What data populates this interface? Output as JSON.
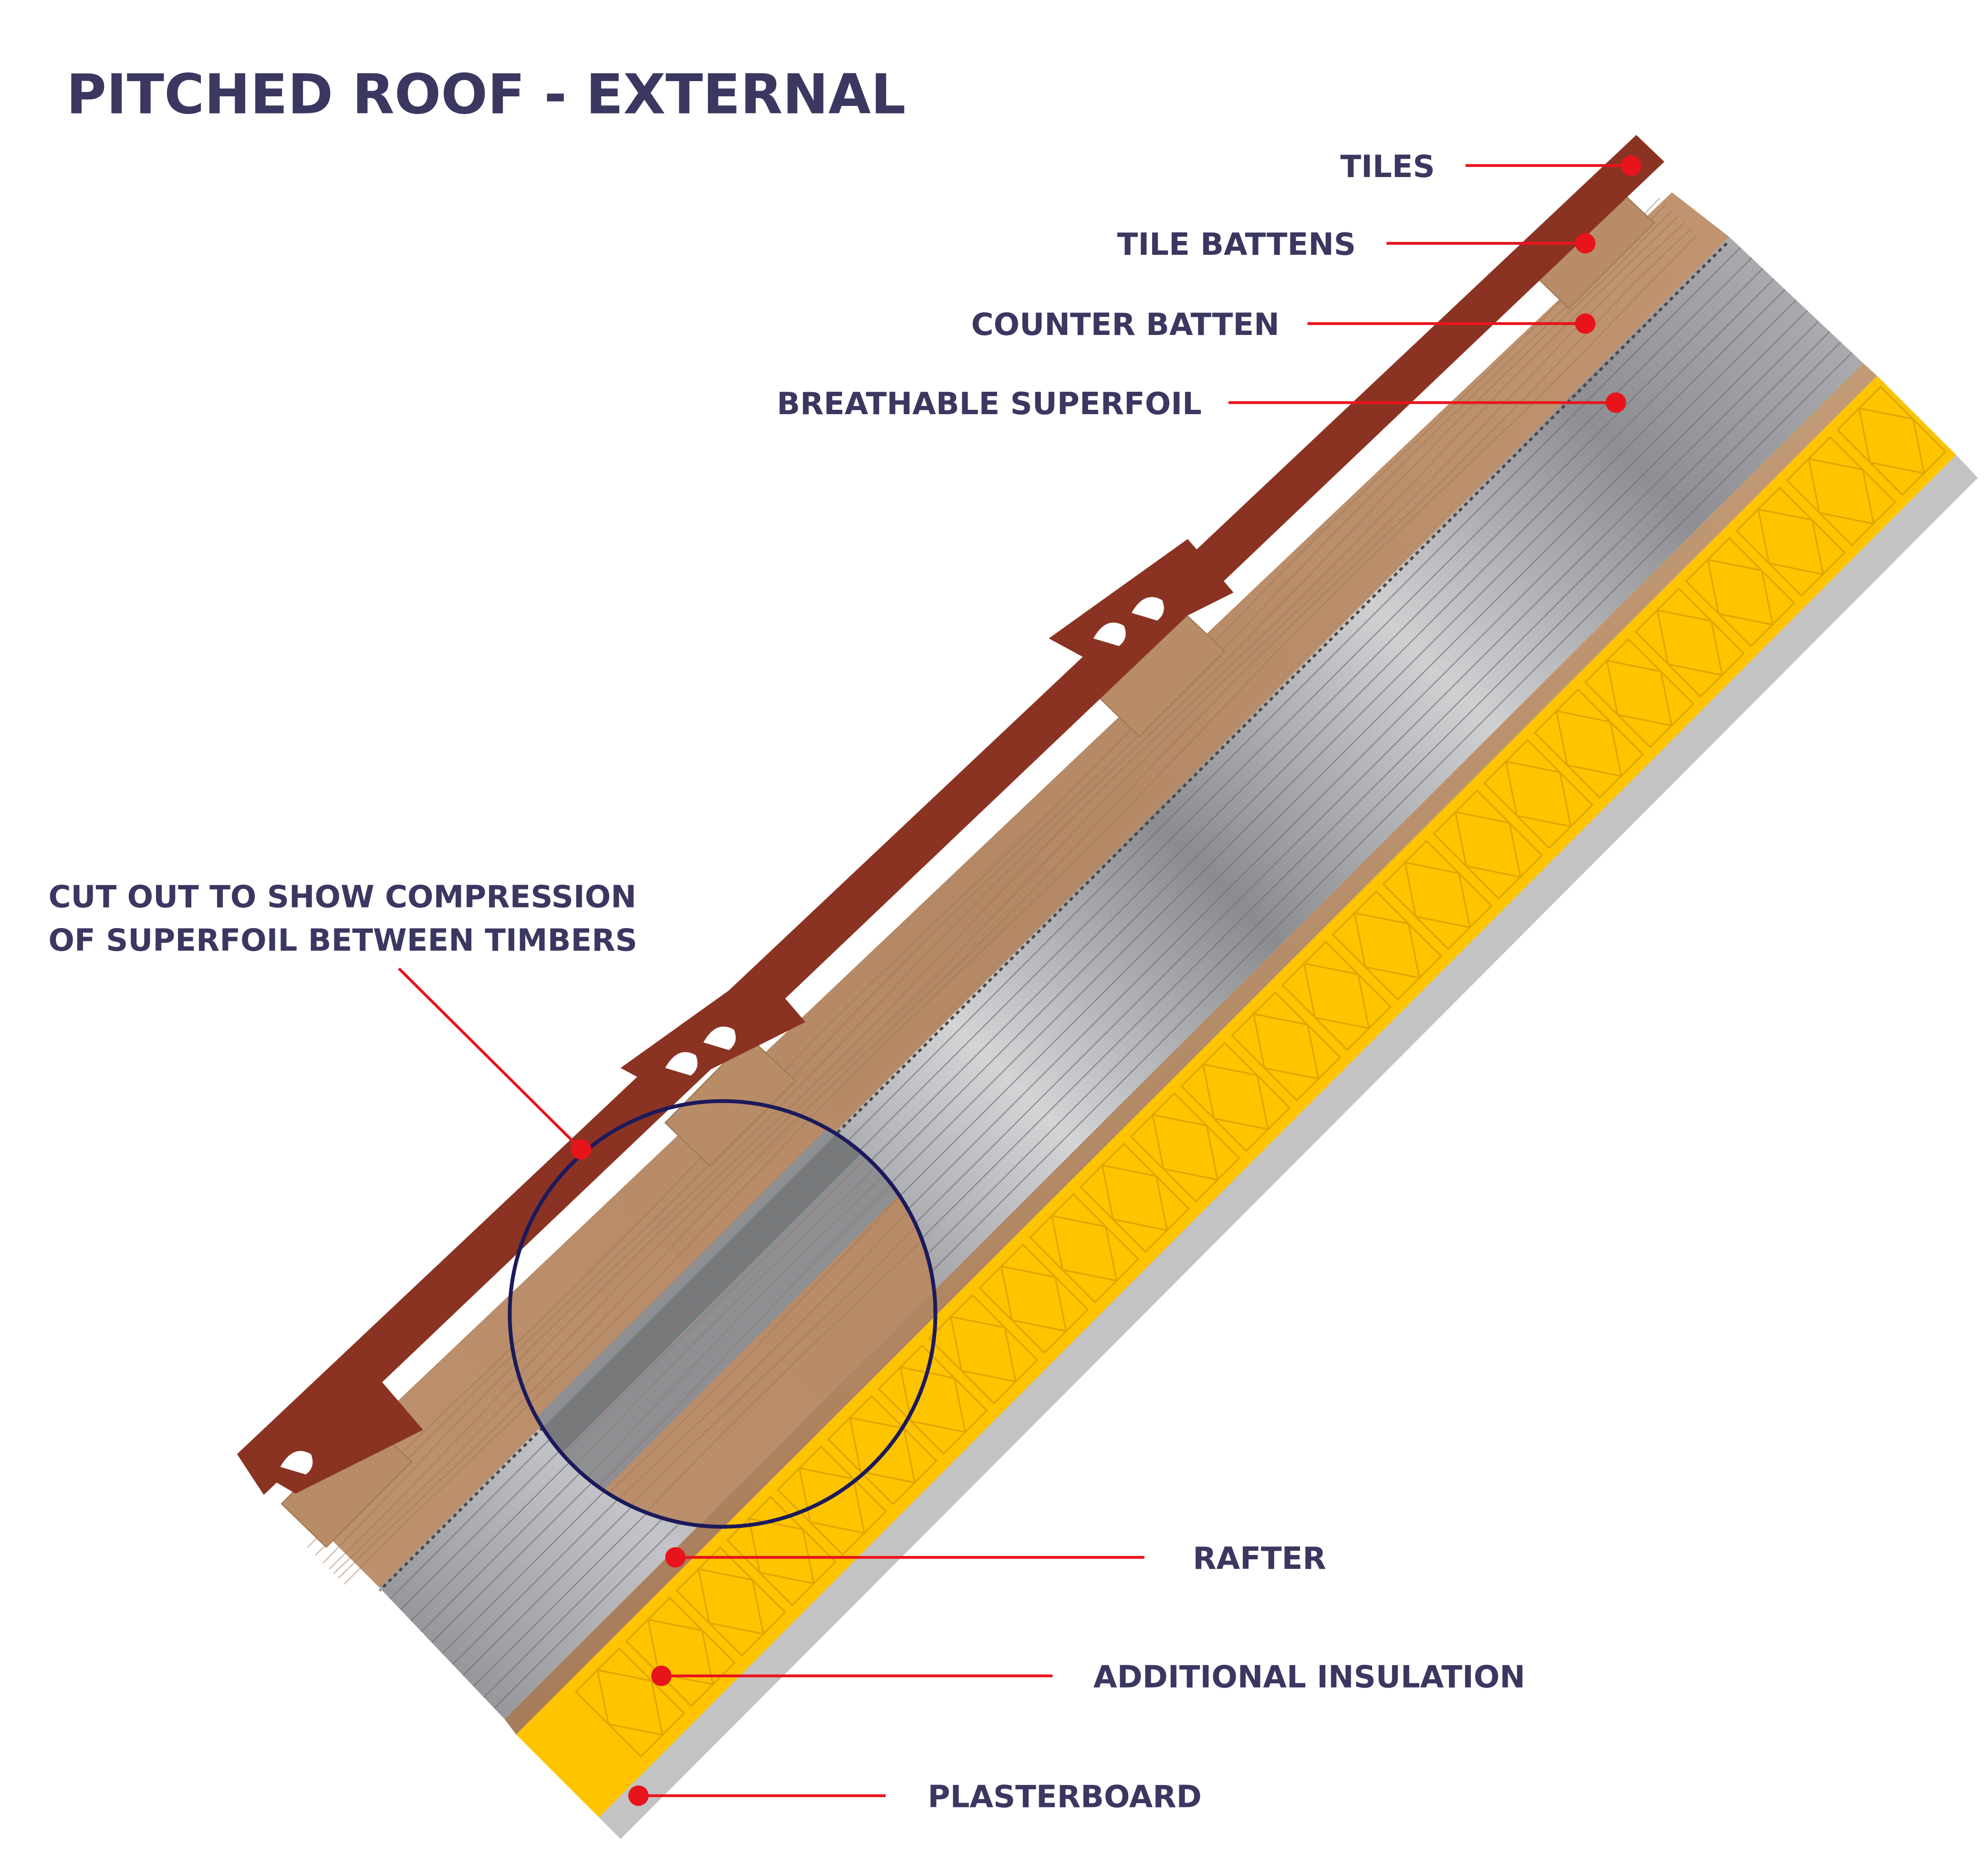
{
  "title": "PITCHED ROOF - EXTERNAL",
  "colors": {
    "text": "#3a3760",
    "leader": "#e8141c",
    "tile": "#8b3323",
    "timber": "#b98c68",
    "timber_dark": "#9c7352",
    "foil": "#9b9ea3",
    "foil_light": "#d7d8da",
    "insulation": "#ffc400",
    "plasterboard": "#c3c3c3",
    "circle": "#1c1a5c"
  },
  "labels": {
    "tiles": "TILES",
    "tile_battens": "TILE BATTENS",
    "counter_batten": "COUNTER BATTEN",
    "breathable_superfoil": "BREATHABLE SUPERFOIL",
    "cutout_line1": "CUT OUT TO SHOW COMPRESSION",
    "cutout_line2": "OF SUPERFOIL BETWEEN TIMBERS",
    "rafter": "RAFTER",
    "additional_insulation": "ADDITIONAL INSULATION",
    "plasterboard": "PLASTERBOARD"
  }
}
